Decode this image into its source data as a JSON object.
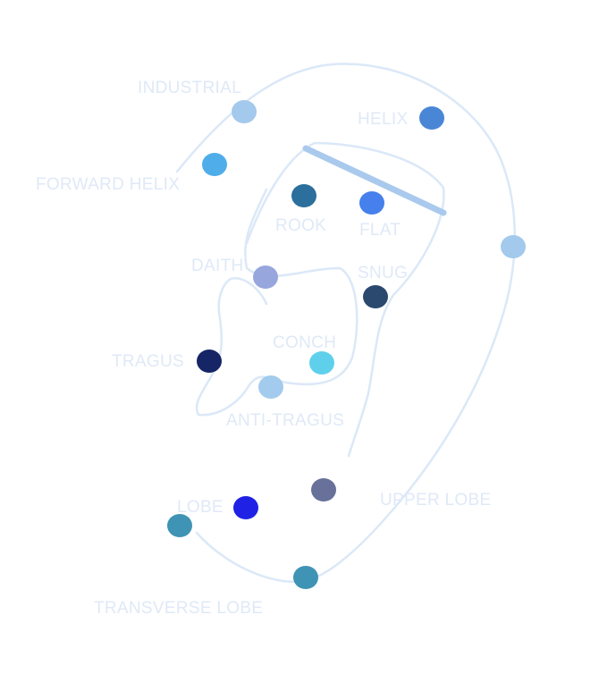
{
  "colors": {
    "outline": "#dbe8f7",
    "rook_flat_bar": "#a9c9ed",
    "label_text": "#dfe9f7"
  },
  "piercings": [
    {
      "id": "industrial",
      "label": "INDUSTRIAL",
      "color": "#a3c9ec"
    },
    {
      "id": "helix",
      "label": "HELIX",
      "color": "#4a86d6"
    },
    {
      "id": "forward-helix",
      "label": "FORWARD HELIX",
      "color": "#4faeea"
    },
    {
      "id": "rook",
      "label": "ROOK",
      "color": "#2c6f9c"
    },
    {
      "id": "flat",
      "label": "FLAT",
      "color": "#4580ec"
    },
    {
      "id": "daith",
      "label": "DAITH",
      "color": "#97a7dd"
    },
    {
      "id": "snug",
      "label": "SNUG",
      "color": "#2b486e"
    },
    {
      "id": "conch",
      "label": "CONCH",
      "color": "#5fd0ec"
    },
    {
      "id": "tragus",
      "label": "TRAGUS",
      "color": "#162565"
    },
    {
      "id": "anti-tragus",
      "label": "ANTI-TRAGUS",
      "color": "#a3cbed"
    },
    {
      "id": "upper-lobe",
      "label": "UPPER LOBE",
      "color": "#677199"
    },
    {
      "id": "lobe",
      "label": "LOBE",
      "color": "#1f22e5"
    },
    {
      "id": "transverse-lobe",
      "label": "TRANSVERSE LOBE",
      "color": "#3f93b4"
    }
  ],
  "extra_dots": [
    {
      "id": "outer-helix",
      "color": "#a3c9ec"
    },
    {
      "id": "transverse-lobe-end",
      "color": "#3f93b4"
    }
  ]
}
